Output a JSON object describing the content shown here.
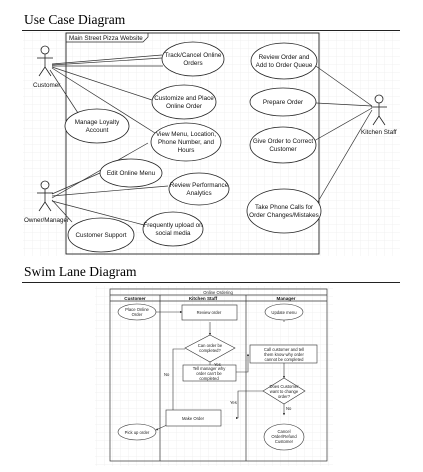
{
  "use_case": {
    "title": "Use Case Diagram",
    "system_name": "Main Street Pizza Website",
    "actors": {
      "customer": "Customer",
      "owner": "Owner/Manager",
      "kitchen": "Kitchen Staff"
    },
    "cases": {
      "track": [
        "Track/Cancel Online",
        "Orders"
      ],
      "customize": [
        "Customize and Place",
        "Online Order"
      ],
      "loyalty": [
        "Manage Loyalty",
        "Account"
      ],
      "view_menu": [
        "View Menu, Location,",
        "Phone Number, and",
        "Hours"
      ],
      "edit_menu": [
        "Edit Online Menu"
      ],
      "review_perf": [
        "Review Performance",
        "Analytics"
      ],
      "support": [
        "Customer Support"
      ],
      "upload": [
        "Frequently upload on",
        "social media"
      ],
      "review_order": [
        "Review Order and",
        "Add to Order Queue"
      ],
      "prepare": [
        "Prepare Order"
      ],
      "give_order": [
        "Give Order to Correct",
        "Customer"
      ],
      "phone_calls": [
        "Take Phone Calls for",
        "Order Changes/Mistakes"
      ]
    }
  },
  "swim_lane": {
    "title": "Swim Lane Diagram",
    "diagram_title": "Online Ordering",
    "lanes": [
      "Customer",
      "Kitchen Staff",
      "Manager"
    ],
    "nodes": {
      "place": [
        "Place Online",
        "Order"
      ],
      "review": [
        "Review order"
      ],
      "complete": [
        "Can order be",
        "completed?"
      ],
      "tell": [
        "Tell manager why",
        "order can't be",
        "completed"
      ],
      "make": [
        "Make Order"
      ],
      "pickup": [
        "Pick up order"
      ],
      "update": [
        "Update menu"
      ],
      "call": [
        "Call customer and tell",
        "them know why order",
        "cannot be completed"
      ],
      "change": [
        "Does Customer",
        "want to change",
        "order?"
      ],
      "cancel": [
        "Cancel",
        "Order/Refund",
        "Customer"
      ]
    },
    "labels": {
      "yes": "Yes",
      "no": "No"
    }
  }
}
